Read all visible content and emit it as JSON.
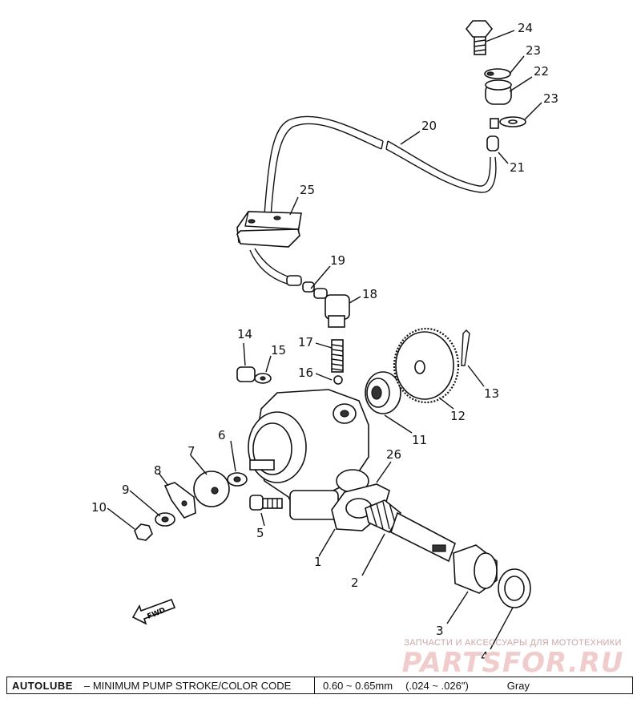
{
  "callouts": {
    "n1": "1",
    "n2": "2",
    "n3": "3",
    "n4": "4",
    "n5": "5",
    "n6": "6",
    "n7": "7",
    "n8": "8",
    "n9": "9",
    "n10": "10",
    "n11": "11",
    "n12": "12",
    "n13": "13",
    "n14": "14",
    "n15": "15",
    "n16": "16",
    "n17": "17",
    "n18": "18",
    "n19": "19",
    "n20": "20",
    "n21": "21",
    "n22": "22",
    "n23a": "23",
    "n23b": "23",
    "n24": "24",
    "n25": "25",
    "n26": "26"
  },
  "fwd_label": "FWD",
  "watermark": {
    "tagline": "ЗАПЧАСТИ И АКСЕССУАРЫ ДЛЯ МОТОТЕХНИКИ",
    "logo": "PARTSFOR.RU"
  },
  "footer": {
    "brand": "AUTOLUBE",
    "description": "– MINIMUM PUMP STROKE/COLOR CODE",
    "range_mm": "0.60 ~ 0.65mm",
    "range_in": "(.024 ~ .026\")",
    "color": "Gray"
  }
}
